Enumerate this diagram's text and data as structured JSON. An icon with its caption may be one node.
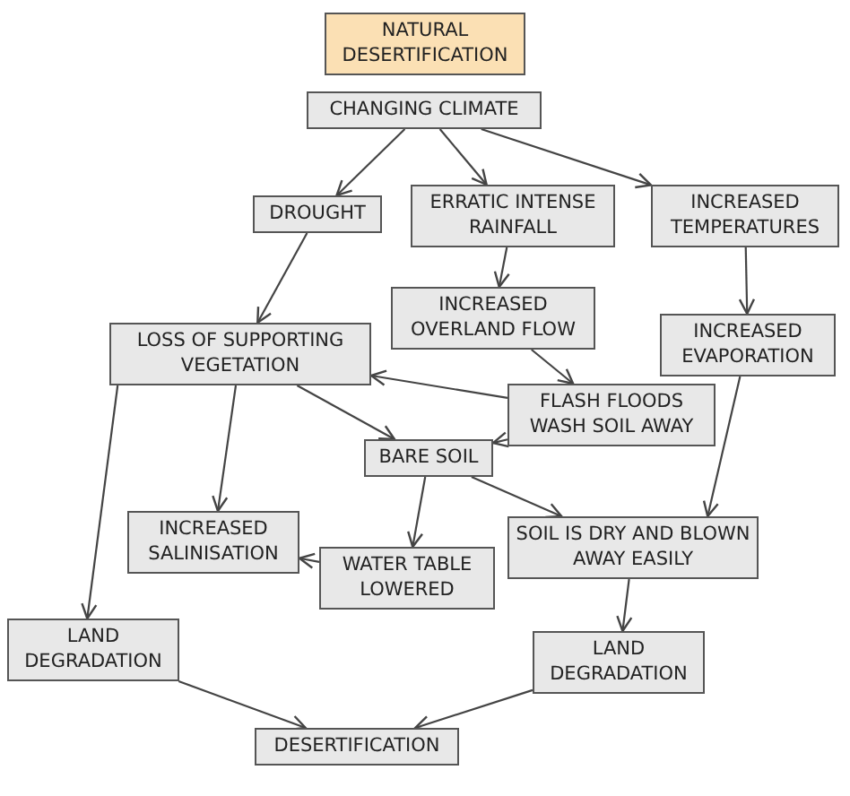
{
  "diagram": {
    "nodes": [
      {
        "text": [
          "NATURAL DESERTIFICATION"
        ]
      },
      {
        "text": [
          "CHANGING CLIMATE"
        ]
      },
      {
        "text": [
          "DROUGHT"
        ]
      },
      {
        "text": [
          "ERRATIC INTENSE RAINFALL"
        ]
      },
      {
        "text": [
          "INCREASED TEMPERATURES"
        ]
      },
      {
        "text": [
          "INCREASED OVERLAND FLOW"
        ]
      },
      {
        "text": [
          "LOSS OF SUPPORTING VEGETATION"
        ]
      },
      {
        "text": [
          "INCREASED EVAPORATION"
        ]
      },
      {
        "text": [
          "FLASH FLOODS WASH SOIL AWAY"
        ]
      },
      {
        "text": [
          "BARE SOIL"
        ]
      },
      {
        "text": [
          "INCREASED SALINISATION"
        ]
      },
      {
        "text": [
          "WATER TABLE LOWERED"
        ]
      },
      {
        "text": [
          "SOIL IS DRY AND BLOWN AWAY EASILY"
        ]
      },
      {
        "text": [
          "LAND DEGRADATION"
        ]
      },
      {
        "text": [
          "LAND DEGRADATION"
        ]
      },
      {
        "text": [
          "DESERTIFICATION"
        ]
      }
    ],
    "edges": [
      {
        "from": 1,
        "to": 2,
        "arrow": "to"
      },
      {
        "from": 1,
        "to": 3,
        "arrow": "to"
      },
      {
        "from": 1,
        "to": 4,
        "arrow": "to"
      },
      {
        "from": 2,
        "to": 6,
        "arrow": "to"
      },
      {
        "from": 3,
        "to": 5,
        "arrow": "to"
      },
      {
        "from": 4,
        "to": 7,
        "arrow": "to"
      },
      {
        "from": 5,
        "to": 8,
        "arrow": "to"
      },
      {
        "from": 8,
        "to": 6,
        "arrow": "to"
      },
      {
        "from": 8,
        "to": 9,
        "arrow": "to"
      },
      {
        "from": 6,
        "to": 9,
        "arrow": "to"
      },
      {
        "from": 6,
        "to": 10,
        "arrow": "to"
      },
      {
        "from": 6,
        "to": 13,
        "arrow": "to"
      },
      {
        "from": 9,
        "to": 11,
        "arrow": "to"
      },
      {
        "from": 9,
        "to": 12,
        "arrow": "to"
      },
      {
        "from": 7,
        "to": 12,
        "arrow": "to"
      },
      {
        "from": 11,
        "to": 10,
        "arrow": "to"
      },
      {
        "from": 12,
        "to": 14,
        "arrow": "to"
      },
      {
        "from": 13,
        "to": 15,
        "arrow": "to"
      },
      {
        "from": 14,
        "to": 15,
        "arrow": "to"
      }
    ]
  }
}
